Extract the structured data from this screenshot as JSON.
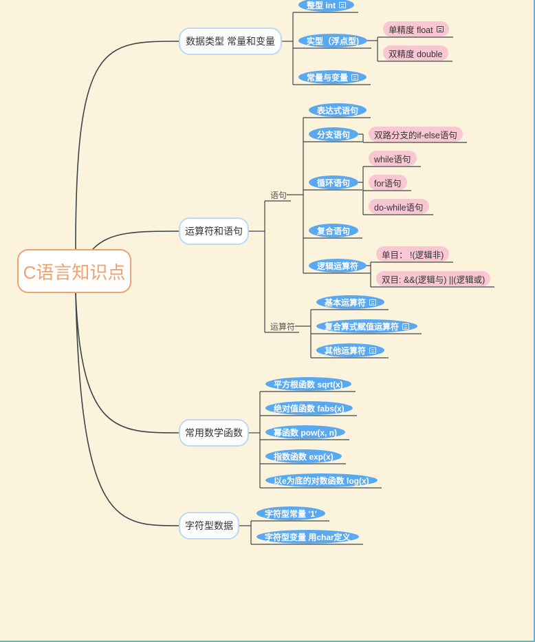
{
  "colors": {
    "background": "#fbf3dc",
    "root_accent": "#f0a26e",
    "main_border": "#bcd9f5",
    "blue_pill": "#5aa9f0",
    "pink_pill": "#f8c7d2",
    "line": "#3c4248"
  },
  "mindmap": {
    "root": {
      "label": "C语言知识点"
    },
    "branches": [
      {
        "label": "数据类型 常量和变量",
        "children": [
          {
            "label": "整型  int",
            "note": true
          },
          {
            "label": "实型（浮点型)",
            "children": [
              {
                "label": "单精度 float",
                "note": true
              },
              {
                "label": "双精度 double"
              }
            ]
          },
          {
            "label": "常量与变量",
            "note": true
          }
        ]
      },
      {
        "label": "运算符和语句",
        "children": [
          {
            "label": "语句",
            "children": [
              {
                "label": "表达式语句"
              },
              {
                "label": "分支语句",
                "children": [
                  {
                    "label": "双路分支的if-else语句"
                  }
                ]
              },
              {
                "label": "循环语句",
                "children": [
                  {
                    "label": "while语句"
                  },
                  {
                    "label": "for语句"
                  },
                  {
                    "label": "do-while语句"
                  }
                ]
              },
              {
                "label": "复合语句"
              },
              {
                "label": "逻辑运算符",
                "children": [
                  {
                    "label": "单目：  !(逻辑非)"
                  },
                  {
                    "label": "双目: &&(逻辑与)  ||(逻辑或)"
                  }
                ]
              }
            ]
          },
          {
            "label": "运算符",
            "children": [
              {
                "label": "基本运算符",
                "note": true
              },
              {
                "label": "复合算式赋值运算符",
                "note": true
              },
              {
                "label": "其他运算符",
                "note": true
              }
            ]
          }
        ]
      },
      {
        "label": "常用数学函数",
        "children": [
          {
            "label": "平方根函数 sqrt(x)"
          },
          {
            "label": "绝对值函数 fabs(x)"
          },
          {
            "label": "幂函数 pow(x, n)"
          },
          {
            "label": "指数函数 exp(x)"
          },
          {
            "label": "以e为底的对数函数 log(x)"
          }
        ]
      },
      {
        "label": "字符型数据",
        "children": [
          {
            "label": "字符型常量 '1'"
          },
          {
            "label": "字符型变量 用char定义"
          }
        ]
      }
    ]
  }
}
